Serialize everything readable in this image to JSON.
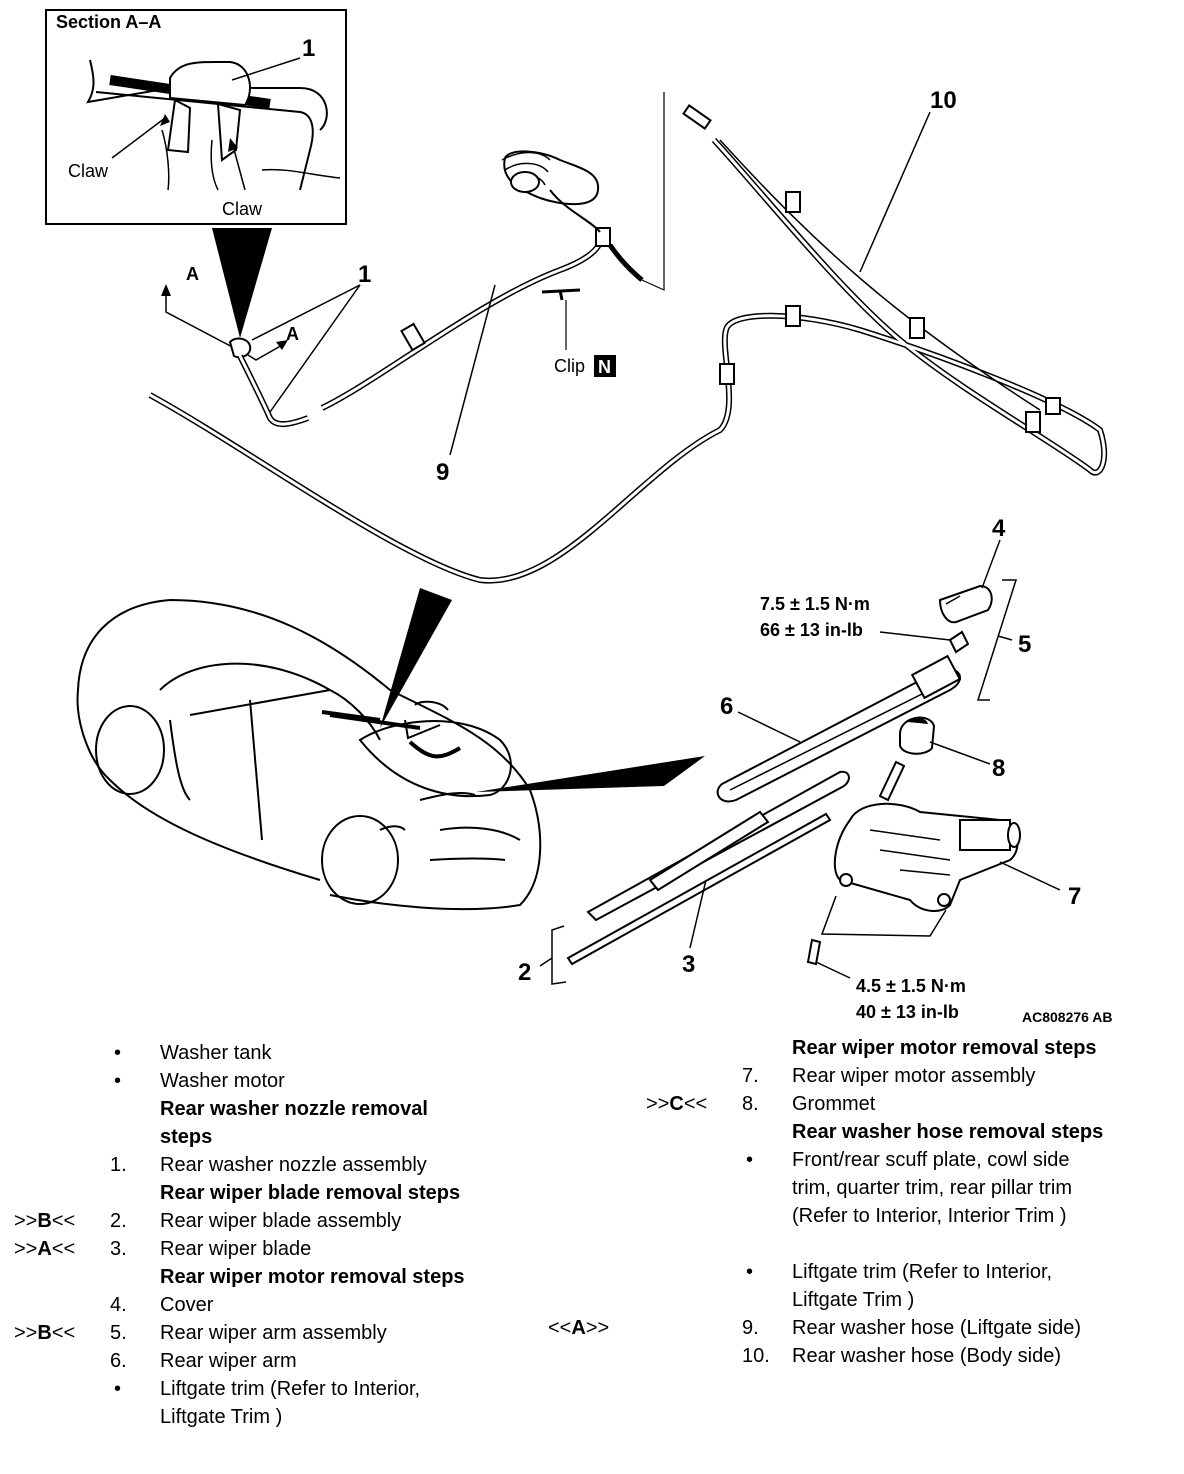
{
  "diagram": {
    "section_title": "Section A–A",
    "claw_left": "Claw",
    "claw_right": "Claw",
    "section_marker": "A",
    "clip_label": "Clip",
    "clip_badge": "N",
    "callouts": {
      "n1_inset": "1",
      "n1_main": "1",
      "n2": "2",
      "n3": "3",
      "n4": "4",
      "n5": "5",
      "n6": "6",
      "n7": "7",
      "n8": "8",
      "n9": "9",
      "n10": "10"
    },
    "torque_top_1": "7.5 ± 1.5 N·m",
    "torque_top_2": "66 ± 13 in-lb",
    "torque_bottom_1": "4.5 ± 1.5 N·m",
    "torque_bottom_2": "40 ± 13 in-lb",
    "code": "AC808276 AB"
  },
  "steps_left": [
    {
      "mark": "",
      "num": "•",
      "text": "Washer tank",
      "bold": false
    },
    {
      "mark": "",
      "num": "•",
      "text": "Washer motor",
      "bold": false
    },
    {
      "mark": "",
      "num": "",
      "text": "Rear washer nozzle removal",
      "bold": true
    },
    {
      "mark": "",
      "num": "",
      "text": "steps",
      "bold": true
    },
    {
      "mark": "",
      "num": "1.",
      "text": "Rear washer nozzle assembly",
      "bold": false
    },
    {
      "mark": "",
      "num": "",
      "text": "Rear wiper blade removal steps",
      "bold": true
    },
    {
      "mark_pre": ">>",
      "mark_key": "B",
      "mark_post": "<<",
      "num": "2.",
      "text": "Rear wiper blade assembly",
      "bold": false
    },
    {
      "mark_pre": ">>",
      "mark_key": "A",
      "mark_post": "<<",
      "num": "3.",
      "text": "Rear wiper blade",
      "bold": false
    },
    {
      "mark": "",
      "num": "",
      "text": "Rear wiper motor removal steps",
      "bold": true
    },
    {
      "mark": "",
      "num": "4.",
      "text": "Cover",
      "bold": false
    },
    {
      "mark_pre": ">>",
      "mark_key": "B",
      "mark_post": "<<",
      "num": "5.",
      "text": "Rear wiper arm assembly",
      "bold": false
    },
    {
      "mark": "",
      "num": "6.",
      "text": "Rear wiper arm",
      "bold": false
    },
    {
      "mark": "",
      "num": "•",
      "text": "Liftgate trim (Refer to Interior,",
      "bold": false
    },
    {
      "mark": "",
      "num": "",
      "text": "Liftgate Trim )",
      "bold": false
    }
  ],
  "steps_right": [
    {
      "mark": "",
      "num": "",
      "text": "Rear wiper motor removal steps",
      "bold": true
    },
    {
      "mark": "",
      "num": "7.",
      "text": "Rear wiper motor assembly",
      "bold": false
    },
    {
      "mark_pre": ">>",
      "mark_key": "C",
      "mark_post": "<<",
      "num": "8.",
      "text": "Grommet",
      "bold": false
    },
    {
      "mark": "",
      "num": "",
      "text": "Rear washer hose removal steps",
      "bold": true
    },
    {
      "mark": "",
      "num": "•",
      "text": "Front/rear scuff plate, cowl side",
      "bold": false
    },
    {
      "mark": "",
      "num": "",
      "text": "trim, quarter trim, rear pillar trim",
      "bold": false
    },
    {
      "mark": "",
      "num": "",
      "text": "(Refer to Interior, Interior Trim )",
      "bold": false
    },
    {
      "mark": "",
      "num": "",
      "text": "",
      "bold": false
    },
    {
      "mark": "",
      "num": "•",
      "text": "Liftgate trim (Refer to Interior,",
      "bold": false
    },
    {
      "mark": "",
      "num": "",
      "text": "Liftgate Trim )",
      "bold": false
    },
    {
      "mark_pre": "<<",
      "mark_key": "A",
      "mark_post": ">>",
      "num": "9.",
      "text": "Rear washer hose (Liftgate side)",
      "bold": false
    },
    {
      "mark": "",
      "num": "10.",
      "text": "Rear washer hose (Body side)",
      "bold": false
    }
  ]
}
